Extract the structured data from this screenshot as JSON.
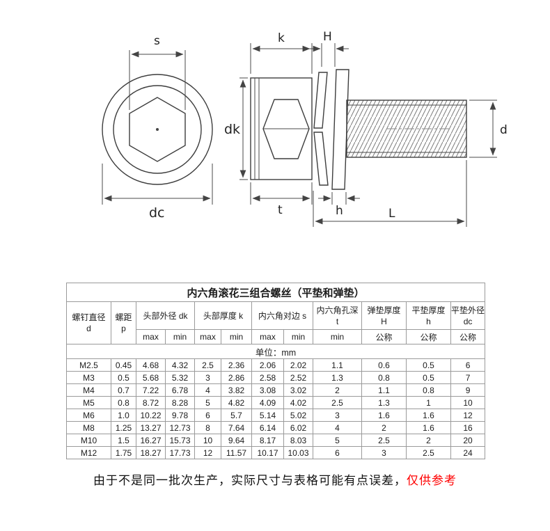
{
  "drawing": {
    "labels": {
      "s": "s",
      "dc": "dc",
      "k": "k",
      "H": "H",
      "dk": "dk",
      "d": "d",
      "t": "t",
      "h": "h",
      "L": "L"
    }
  },
  "table": {
    "title": "内六角滚花三组合螺丝（平垫和弹垫）",
    "unit": "单位：mm",
    "headers": {
      "diameter_name": "螺钉直径",
      "diameter_sym": "d",
      "pitch_name": "螺距",
      "pitch_sym": "p",
      "head_od": "头部外径 dk",
      "head_thickness": "头部厚度 k",
      "hex_af": "内六角对边 s",
      "hex_depth_name": "内六角孔深",
      "hex_depth_sym": "t",
      "spring_name": "弹垫厚度",
      "spring_sym": "H",
      "flat_name": "平垫厚度",
      "flat_sym": "h",
      "flat_od_name": "平垫外径",
      "flat_od_sym": "dc",
      "max": "max",
      "min": "min",
      "nominal": "公称"
    },
    "rows": [
      [
        "M2.5",
        "0.45",
        "4.68",
        "4.32",
        "2.5",
        "2.36",
        "2.06",
        "2.02",
        "1.1",
        "0.6",
        "0.5",
        "6"
      ],
      [
        "M3",
        "0.5",
        "5.68",
        "5.32",
        "3",
        "2.86",
        "2.58",
        "2.52",
        "1.3",
        "0.8",
        "0.5",
        "7"
      ],
      [
        "M4",
        "0.7",
        "7.22",
        "6.78",
        "4",
        "3.82",
        "3.08",
        "3.02",
        "2",
        "1.1",
        "0.8",
        "9"
      ],
      [
        "M5",
        "0.8",
        "8.72",
        "8.28",
        "5",
        "4.82",
        "4.09",
        "4.02",
        "2.5",
        "1.3",
        "1",
        "10"
      ],
      [
        "M6",
        "1.0",
        "10.22",
        "9.78",
        "6",
        "5.7",
        "5.14",
        "5.02",
        "3",
        "1.6",
        "1.6",
        "12"
      ],
      [
        "M8",
        "1.25",
        "13.27",
        "12.73",
        "8",
        "7.64",
        "6.14",
        "6.02",
        "4",
        "2",
        "1.6",
        "16"
      ],
      [
        "M10",
        "1.5",
        "16.27",
        "15.73",
        "10",
        "9.64",
        "8.17",
        "8.03",
        "5",
        "2.5",
        "2",
        "20"
      ],
      [
        "M12",
        "1.75",
        "18.27",
        "17.73",
        "12",
        "11.57",
        "10.17",
        "10.03",
        "6",
        "3",
        "2.5",
        "24"
      ]
    ]
  },
  "footer": {
    "text_black": "由于不是同一批次生产，实际尺寸与表格可能有点误差，",
    "text_red": "仅供参考",
    "red_color": "#ff0000"
  }
}
